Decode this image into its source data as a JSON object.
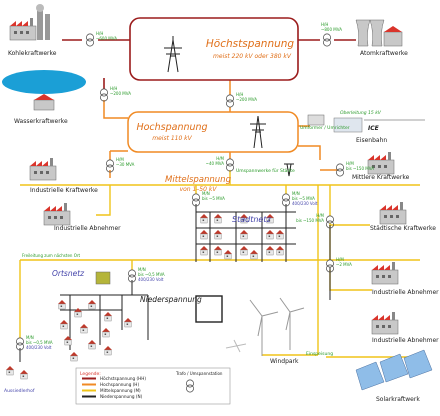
{
  "diagram": {
    "hv_box": {
      "title": "Höchstspannung",
      "subtitle": "meist 220 kV oder 380 kV"
    },
    "h_box": {
      "title": "Hochspannung",
      "subtitle": "meist 110 kV"
    },
    "mv_bus": {
      "title": "Mittelspannung",
      "subtitle": "von 1–50 kV"
    },
    "plants": {
      "coal": "Kohlekraftwerke",
      "nuclear": "Atomkraftwerke",
      "hydro": "Wasserkraftwerke",
      "rail": "Eisenbahn",
      "industrial_plants": "Industrielle Kraftwerke",
      "industrial_consumers": "Industrielle Abnehmer",
      "medium_plants": "Mittlere Kraftwerke",
      "city_plants": "Städtische Kraftwerke",
      "industrial_consumers_2": "Industrielle Abnehmer",
      "industrial_consumers_3": "Industrielle Abnehmer",
      "windpark": "Windpark",
      "solar": "Solarkraftwerk",
      "farm": "Aussiedlerhof"
    },
    "networks": {
      "city": "Stadtnetz",
      "local": "Ortsnetz",
      "low_voltage": "Niederspannung",
      "feed_in": "Einspeisung",
      "substation": "Umspannwerke für Städte",
      "freileitung": "Freileitung zum nächsten Ort",
      "converter": "Umformer / Umrichter",
      "overhead_line": "Oberleitung 15 kV",
      "ice": "ICE"
    },
    "transformer_labels": {
      "t_coal": [
        "H/H",
        "~600 MVA"
      ],
      "t_nuclear": [
        "H/H",
        "~800 MVA"
      ],
      "t_hydro": [
        "H/H",
        "~200 MVA"
      ],
      "t_hv_h": [
        "H/H",
        "~200 MVA"
      ],
      "t_ind": [
        "H/M",
        "~30 MVA"
      ],
      "t_sub": [
        "H/M",
        "~40 MVA"
      ],
      "t_medium": [
        "H/M",
        "bis ~150 MVA"
      ],
      "t_city_plant": [
        "H/M",
        "bis ~150 MVA"
      ],
      "t_ind2": [
        "H/M",
        "~2 MVA"
      ],
      "t_city1": [
        "M/N",
        "bis ~5 MVA"
      ],
      "t_city2": [
        "M/N",
        "bis ~5 MVA",
        "400/230 Volt"
      ],
      "t_local": [
        "M/N",
        "bis ~0,5 MVA",
        "400/230 Volt"
      ],
      "t_farm": [
        "M/N",
        "bis ~0,5 MVA",
        "400/230 Volt"
      ]
    },
    "legend": {
      "title": "Legende:",
      "items": [
        {
          "label": "Höchstspannung (HH)",
          "color": "#9b1c1c"
        },
        {
          "label": "Hochspannung (H)",
          "color": "#f08a24"
        },
        {
          "label": "Mittelspannung (M)",
          "color": "#f0c419"
        },
        {
          "label": "Niederspannung (N)",
          "color": "#222222"
        }
      ],
      "transformer_note": "Trafo / Umspannstation"
    },
    "colors": {
      "hh": "#9b1c1c",
      "h": "#f08a24",
      "m": "#f0c419",
      "n": "#222222",
      "hv_text": "#e0701a",
      "green_text": "#2a9a2a",
      "blue_text": "#4444aa"
    }
  }
}
